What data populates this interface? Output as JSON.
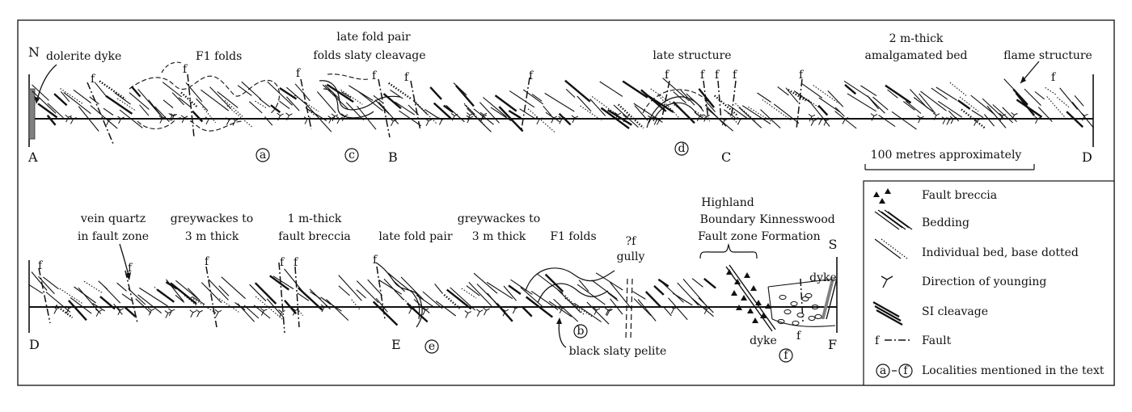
{
  "panel_top": {
    "end_labels": {
      "north": "N",
      "a": "A",
      "b": "B",
      "c": "C",
      "d": "D"
    },
    "annotations": {
      "dolerite_dyke": "dolerite dyke",
      "f1_folds": "F1 folds",
      "late_fold_pair_1": "late fold pair",
      "late_fold_pair_2": "folds slaty cleavage",
      "late_structure": "late structure",
      "amalgamated_1": "2 m-thick",
      "amalgamated_2": "amalgamated bed",
      "flame_structure": "flame structure"
    },
    "localities": [
      "a",
      "c",
      "d"
    ],
    "scale_bar": "100 metres approximately",
    "fault_mark": "f"
  },
  "panel_bottom": {
    "end_labels": {
      "d": "D",
      "e": "E",
      "f": "F",
      "south": "S"
    },
    "annotations": {
      "vein_quartz_1": "vein quartz",
      "vein_quartz_2": "in fault zone",
      "greywackes_a_1": "greywackes to",
      "greywackes_a_2": "3 m thick",
      "breccia_1": "1 m-thick",
      "breccia_2": "fault breccia",
      "late_fold_pair": "late fold pair",
      "greywackes_b_1": "greywackes to",
      "greywackes_b_2": "3 m thick",
      "f1_folds": "F1 folds",
      "gully_1": "?f",
      "gully_2": "gully",
      "hbf_1": "Highland",
      "hbf_2": "Boundary",
      "hbf_3": "Fault zone",
      "kinness_1": "Kinnesswood",
      "kinness_2": "Formation",
      "dyke_top": "dyke",
      "dyke_bottom": "dyke",
      "black_pelite": "black slaty pelite"
    },
    "localities": [
      "e",
      "b",
      "f"
    ],
    "fault_mark": "f"
  },
  "legend": {
    "items": [
      {
        "symbol": "fault-breccia",
        "label": "Fault breccia"
      },
      {
        "symbol": "bedding",
        "label": "Bedding"
      },
      {
        "symbol": "individual-bed",
        "label": "Individual bed, base dotted"
      },
      {
        "symbol": "younging",
        "label": "Direction of younging"
      },
      {
        "symbol": "s1-cleavage",
        "label": "SI cleavage"
      },
      {
        "symbol": "fault",
        "label": "Fault"
      },
      {
        "symbol": "localities",
        "label": "Localities mentioned in the text"
      }
    ],
    "fault_prefix": "f",
    "localities_from": "a",
    "localities_to": "f"
  },
  "colors": {
    "ink": "#111111",
    "dyke_fill": "#808080",
    "background": "#ffffff"
  }
}
